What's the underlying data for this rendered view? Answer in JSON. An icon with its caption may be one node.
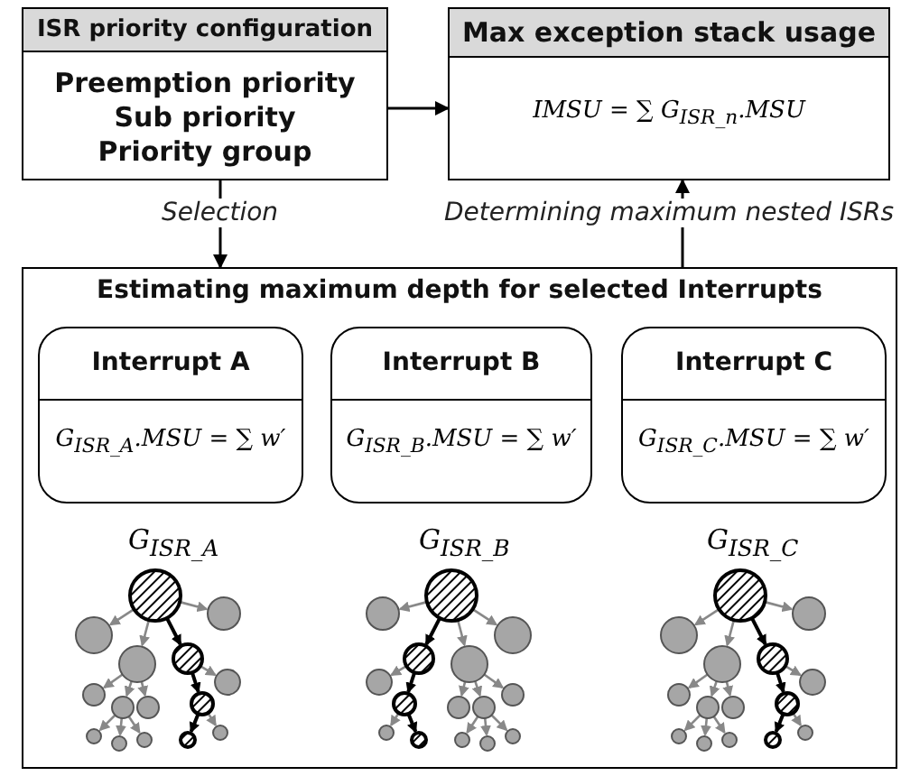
{
  "diagram": {
    "nodes": [
      {
        "text": [
          "ISR priority configuration",
          "Preemption priority",
          "Sub priority",
          "Priority group"
        ]
      },
      {
        "text": [
          "Max exception stack usage",
          "IMSU = ∑ G$_{ISR_n}$.MSU"
        ]
      },
      {
        "text": [
          "Estimating maximum depth for selected Interrupts"
        ]
      },
      {
        "text": [
          "Interrupt A",
          "G$_{ISR_A}$.MSU = ∑ w′"
        ],
        "in": 2
      },
      {
        "text": [
          "Interrupt B",
          "G$_{ISR_B}$.MSU = ∑ w′"
        ],
        "in": 2
      },
      {
        "text": [
          "Interrupt C",
          "G$_{ISR_C}$.MSU = ∑ w′"
        ],
        "in": 2
      }
    ],
    "edges": [
      {
        "from": 0,
        "to": 1,
        "arrow": "to"
      },
      {
        "from": 0,
        "to": 2,
        "arrow": "to",
        "label": "Selection"
      },
      {
        "from": 2,
        "to": 1,
        "arrow": "to",
        "label": "Determining maximum nested ISRs"
      }
    ],
    "labels": [
      "G$_{ISR_A}$",
      "G$_{ISR_B}$",
      "G$_{ISR_C}$"
    ]
  }
}
